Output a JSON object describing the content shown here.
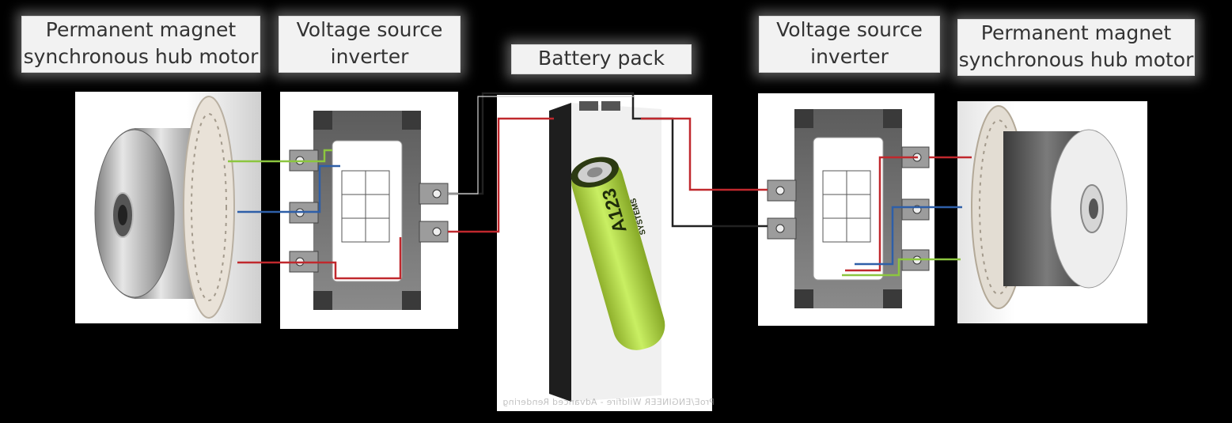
{
  "labels": {
    "motor_left": [
      "Permanent magnet",
      "synchronous hub motor"
    ],
    "inverter_left": [
      "Voltage source",
      "inverter"
    ],
    "battery": [
      "Battery pack"
    ],
    "inverter_right": [
      "Voltage source",
      "inverter"
    ],
    "motor_right": [
      "Permanent magnet",
      "synchronous hub motor"
    ]
  },
  "battery_cell": {
    "brand": "A123",
    "brand_sub": "SYSTEMS"
  },
  "watermark": "ProE/ENGINEER Wildfire - Advanced Rendering",
  "colors": {
    "phase_green": "#8cc63f",
    "phase_blue": "#2e5fa8",
    "phase_red": "#c0282d",
    "dc_black": "#222222",
    "battery_green": "#b6df4a"
  }
}
